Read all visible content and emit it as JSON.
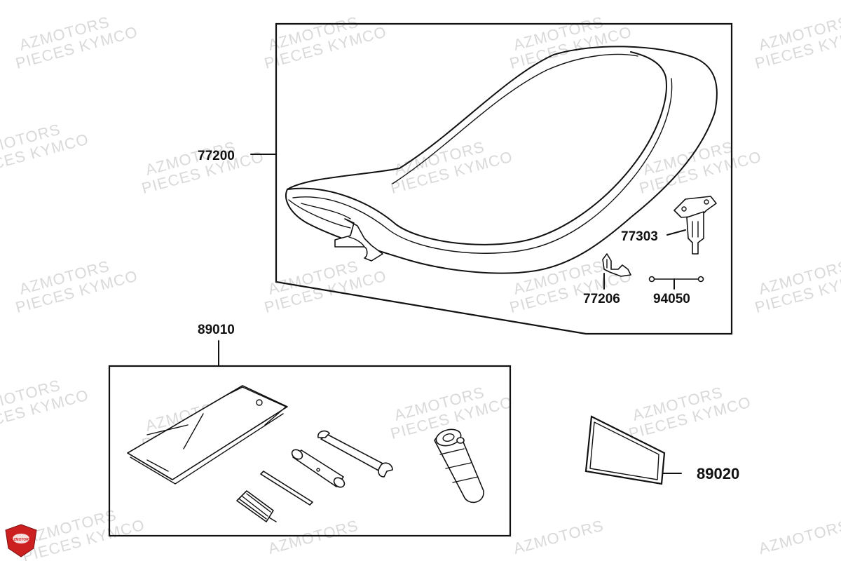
{
  "diagram": {
    "parts": [
      {
        "id": "seat",
        "number": "77200"
      },
      {
        "id": "seat-bracket",
        "number": "77303"
      },
      {
        "id": "seat-hook",
        "number": "77206"
      },
      {
        "id": "bolt",
        "number": "94050"
      },
      {
        "id": "tool-kit",
        "number": "89010"
      },
      {
        "id": "owners-manual",
        "number": "89020"
      }
    ],
    "watermark": {
      "line1": "AZMOTORS",
      "line2": "PIECES KYMCO"
    },
    "logo": {
      "text": "AZMOTORS",
      "color": "#cc1f1f"
    }
  }
}
